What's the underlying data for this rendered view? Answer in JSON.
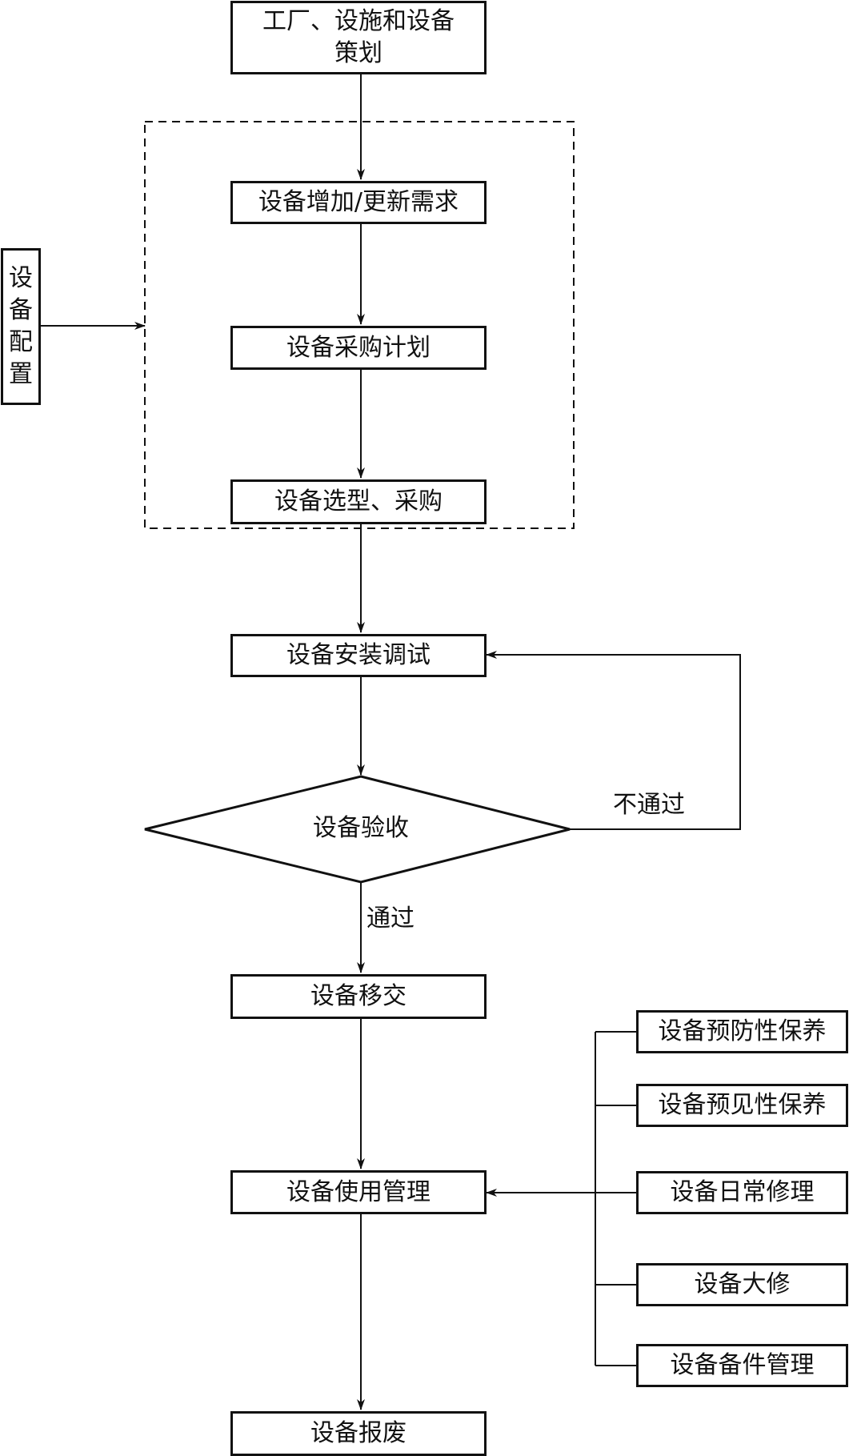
{
  "nodes": {
    "plan": {
      "line1": "工厂、设施和设备",
      "line2": "策划"
    },
    "demand": "设备增加/更新需求",
    "purchase_plan": "设备采购计划",
    "selection": "设备选型、采购",
    "install": "设备安装调试",
    "acceptance": "设备验收",
    "transfer": "设备移交",
    "usage": "设备使用管理",
    "scrap": "设备报废",
    "config": [
      "设",
      "备",
      "配",
      "置"
    ]
  },
  "maintenance": [
    "设备预防性保养",
    "设备预见性保养",
    "设备日常修理",
    "设备大修",
    "设备备件管理"
  ],
  "edges": {
    "fail": "不通过",
    "pass": "通过"
  },
  "colors": {
    "line": "#111111",
    "background": "#ffffff"
  }
}
